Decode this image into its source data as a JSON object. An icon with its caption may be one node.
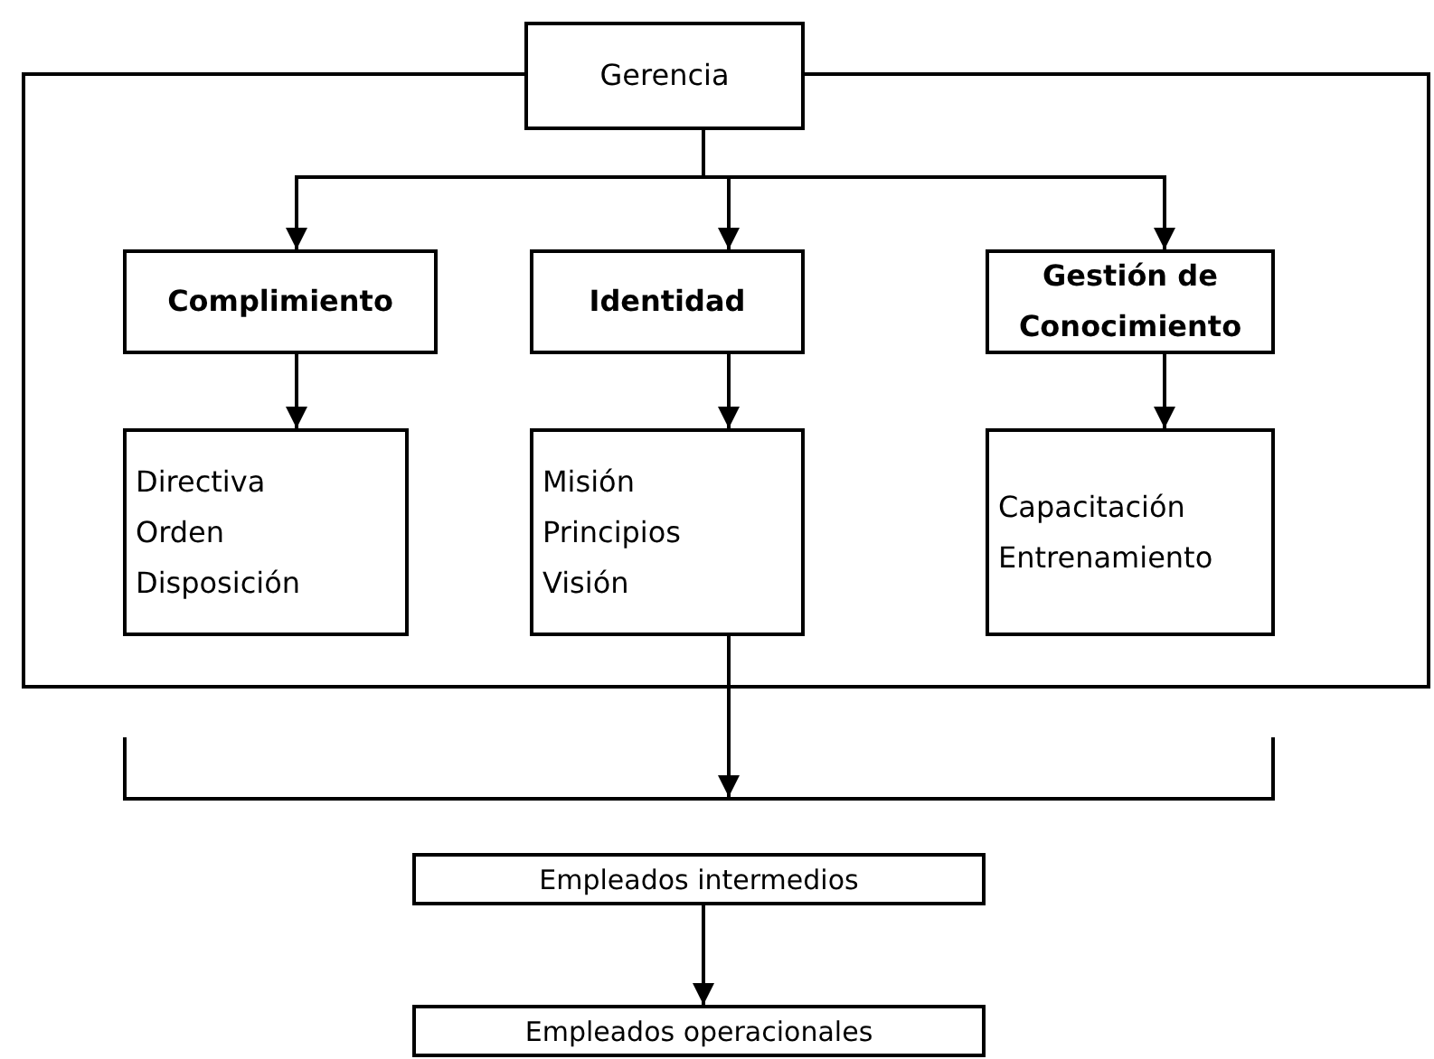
{
  "diagram": {
    "nodes": [
      {
        "text": [],
        "shape": "box"
      },
      {
        "text": [
          "Gerencia"
        ]
      },
      {
        "text": [
          "Complimiento"
        ],
        "in": 0
      },
      {
        "text": [
          "Identidad"
        ],
        "in": 0
      },
      {
        "text": [
          "Gestión de Conocimiento"
        ],
        "in": 0
      },
      {
        "text": [
          "Directiva",
          "Orden",
          "Disposición"
        ],
        "in": 0
      },
      {
        "text": [
          "Misión",
          "Principios",
          "Visión"
        ],
        "in": 0
      },
      {
        "text": [
          "Capacitación",
          "Entrenamiento"
        ],
        "in": 0
      },
      {
        "text": [],
        "shape": "bar"
      },
      {
        "text": [
          "Empleados intermedios"
        ]
      },
      {
        "text": [
          "Empleados operacionales"
        ]
      }
    ],
    "edges": [
      {
        "from": 1,
        "to": 2,
        "arrow": "to"
      },
      {
        "from": 1,
        "to": 3,
        "arrow": "to"
      },
      {
        "from": 1,
        "to": 4,
        "arrow": "to"
      },
      {
        "from": 2,
        "to": 5,
        "arrow": "to"
      },
      {
        "from": 3,
        "to": 6,
        "arrow": "to"
      },
      {
        "from": 4,
        "to": 7,
        "arrow": "to"
      },
      {
        "from": 6,
        "to": 8,
        "arrow": "to"
      },
      {
        "from": 9,
        "to": 10,
        "arrow": "to"
      }
    ]
  }
}
